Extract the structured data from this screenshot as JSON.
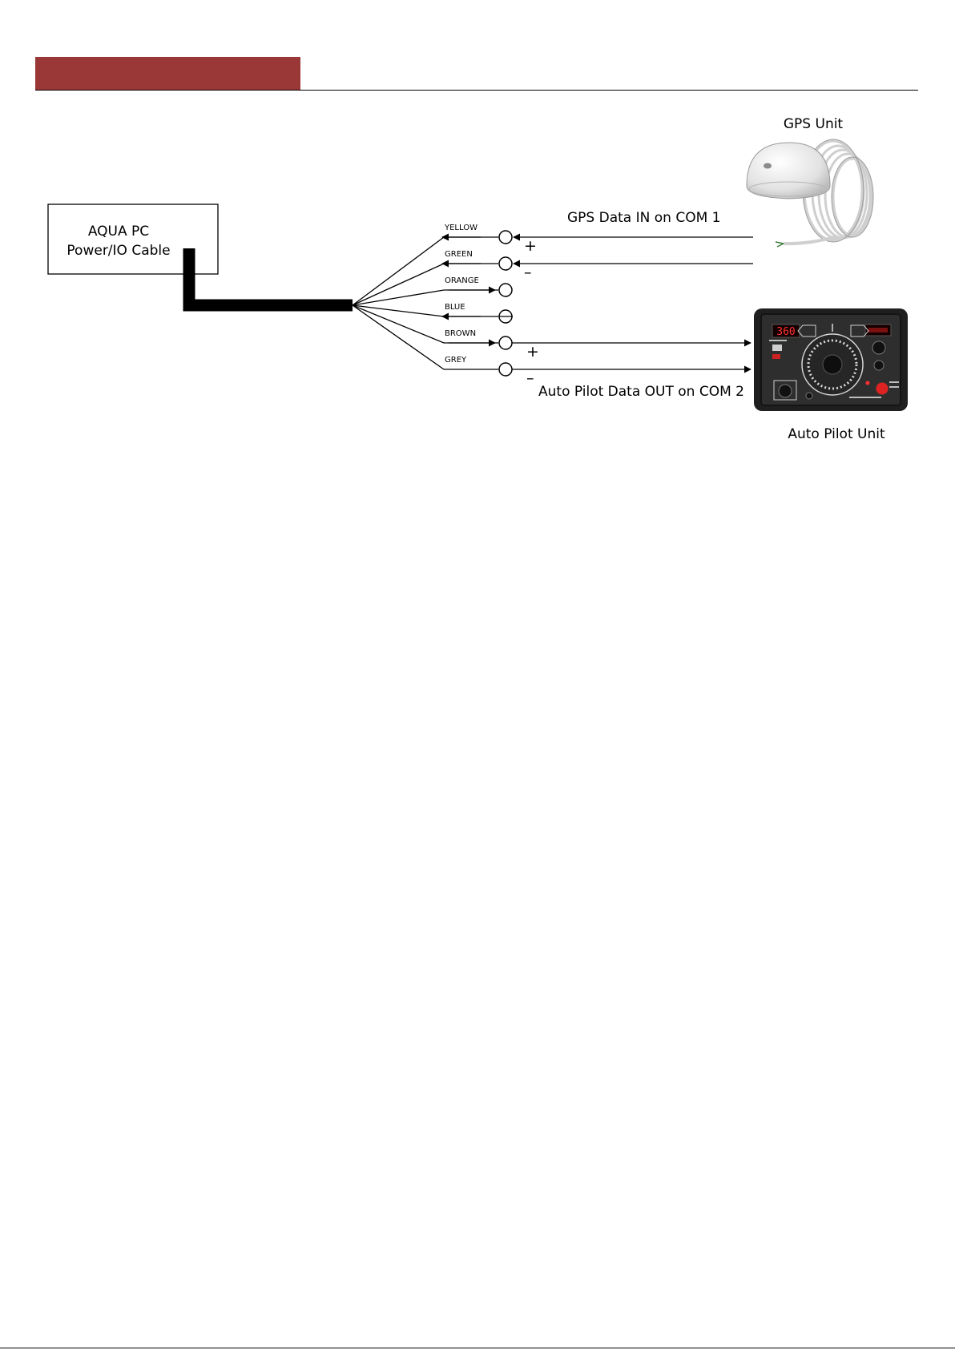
{
  "colors": {
    "header_accent": "#993837",
    "device_body": "#2b2b2b",
    "display_red": "#ff3030"
  },
  "pc_box": {
    "line1": "AQUA PC",
    "line2": "Power/IO Cable"
  },
  "wires": [
    {
      "label": "YELLOW",
      "direction": "in"
    },
    {
      "label": "GREEN",
      "direction": "in"
    },
    {
      "label": "ORANGE",
      "direction": "out"
    },
    {
      "label": "BLUE",
      "direction": "in"
    },
    {
      "label": "BROWN",
      "direction": "out"
    },
    {
      "label": "GREY",
      "direction": "out"
    }
  ],
  "gps": {
    "title": "GPS Unit",
    "data_label": "GPS Data IN on COM 1"
  },
  "autopilot": {
    "title": "Auto Pilot Unit",
    "data_label": "Auto Pilot Data OUT on COM 2",
    "display_value": "360"
  },
  "polarity": {
    "plus": "+",
    "minus": "–"
  },
  "icons": {
    "gps": "gps-receiver-icon",
    "autopilot": "autopilot-control-panel-icon"
  }
}
